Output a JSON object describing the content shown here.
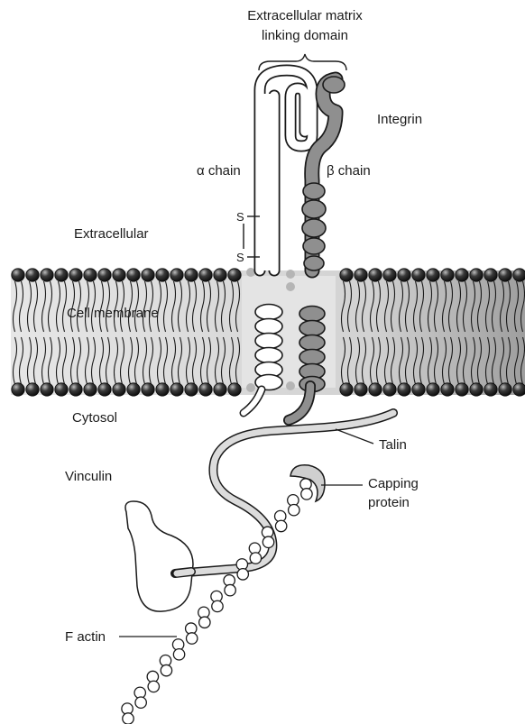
{
  "labels": {
    "ecm_line1": "Extracellular matrix",
    "ecm_line2": "linking domain",
    "integrin": "Integrin",
    "alpha_chain": "α chain",
    "beta_chain": "β chain",
    "extracellular": "Extracellular",
    "s_top": "S",
    "s_bottom": "S",
    "cell_membrane": "Cell membrane",
    "cytosol": "Cytosol",
    "talin": "Talin",
    "vinculin": "Vinculin",
    "capping_line1": "Capping",
    "capping_line2": "protein",
    "f_actin": "F actin"
  },
  "colors": {
    "background": "#ffffff",
    "membrane_band": "#d6d6d6",
    "lipid_head": "#2a2a2a",
    "alpha_chain": "#ffffff",
    "beta_chain": "#8f8f8f",
    "outline": "#1a1a1a"
  }
}
